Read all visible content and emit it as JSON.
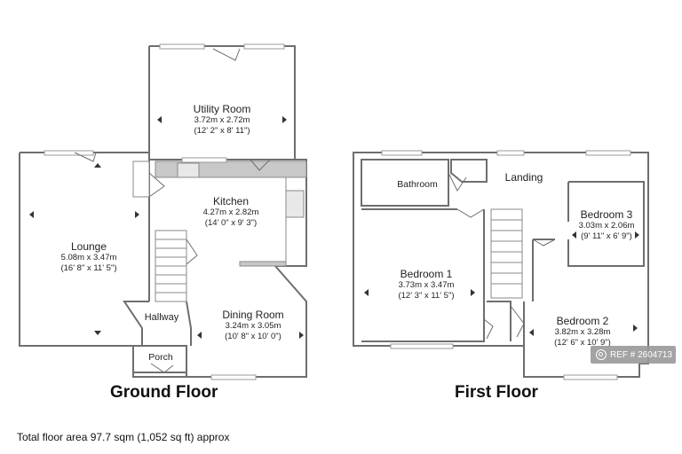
{
  "floors": {
    "ground": {
      "title": "Ground Floor",
      "rooms": {
        "utility": {
          "name": "Utility Room",
          "metric": "3.72m x 2.72m",
          "imperial": "(12' 2\" x 8' 11\")"
        },
        "kitchen": {
          "name": "Kitchen",
          "metric": "4.27m x 2.82m",
          "imperial": "(14' 0\" x 9' 3\")"
        },
        "lounge": {
          "name": "Lounge",
          "metric": "5.08m x 3.47m",
          "imperial": "(16' 8\" x 11' 5\")"
        },
        "dining": {
          "name": "Dining Room",
          "metric": "3.24m x 3.05m",
          "imperial": "(10' 8\" x 10' 0\")"
        },
        "hallway": {
          "name": "Hallway"
        },
        "porch": {
          "name": "Porch"
        }
      }
    },
    "first": {
      "title": "First Floor",
      "rooms": {
        "bathroom": {
          "name": "Bathroom"
        },
        "landing": {
          "name": "Landing"
        },
        "bedroom1": {
          "name": "Bedroom 1",
          "metric": "3.73m x 3.47m",
          "imperial": "(12' 3\" x 11' 5\")"
        },
        "bedroom2": {
          "name": "Bedroom 2",
          "metric": "3.82m x 3.28m",
          "imperial": "(12' 6\" x 10' 9\")"
        },
        "bedroom3": {
          "name": "Bedroom 3",
          "metric": "3.03m x 2.06m",
          "imperial": "(9' 11\" x 6' 9\")"
        }
      }
    }
  },
  "total_area": "Total floor area 97.7 sqm (1,052 sq ft) approx",
  "ref_badge": "REF # 2604713",
  "colors": {
    "wall": "#6e6e6e",
    "fixture": "#c8c8c8",
    "window": "#aaaaaa"
  }
}
